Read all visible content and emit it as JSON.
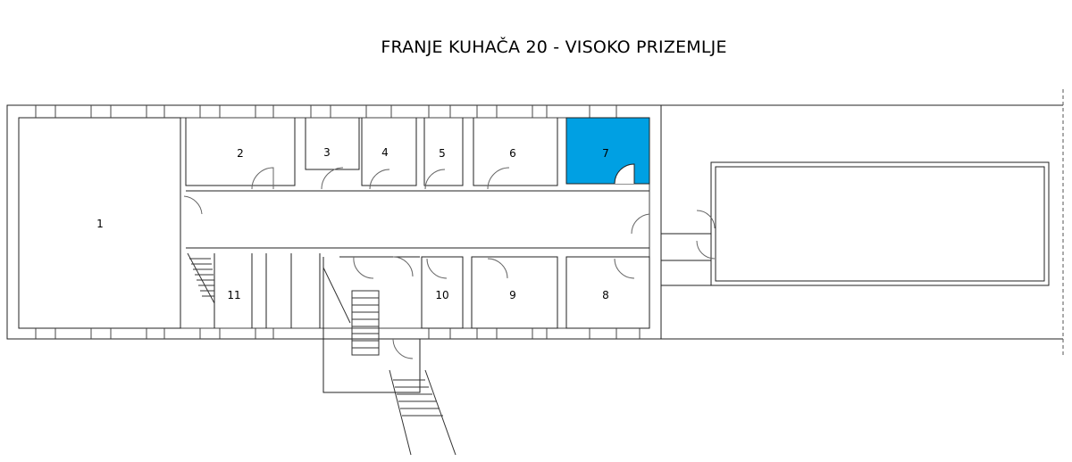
{
  "title": "FRANJE KUHAČA 20 - VISOKO PRIZEMLJE",
  "highlight_color": "#00a0e3",
  "rooms": [
    {
      "id": "room-1",
      "label": "1",
      "highlighted": false
    },
    {
      "id": "room-2",
      "label": "2",
      "highlighted": false
    },
    {
      "id": "room-3",
      "label": "3",
      "highlighted": false
    },
    {
      "id": "room-4",
      "label": "4",
      "highlighted": false
    },
    {
      "id": "room-5",
      "label": "5",
      "highlighted": false
    },
    {
      "id": "room-6",
      "label": "6",
      "highlighted": false
    },
    {
      "id": "room-7",
      "label": "7",
      "highlighted": true
    },
    {
      "id": "room-8",
      "label": "8",
      "highlighted": false
    },
    {
      "id": "room-9",
      "label": "9",
      "highlighted": false
    },
    {
      "id": "room-10",
      "label": "10",
      "highlighted": false
    },
    {
      "id": "room-11",
      "label": "11",
      "highlighted": false
    }
  ]
}
